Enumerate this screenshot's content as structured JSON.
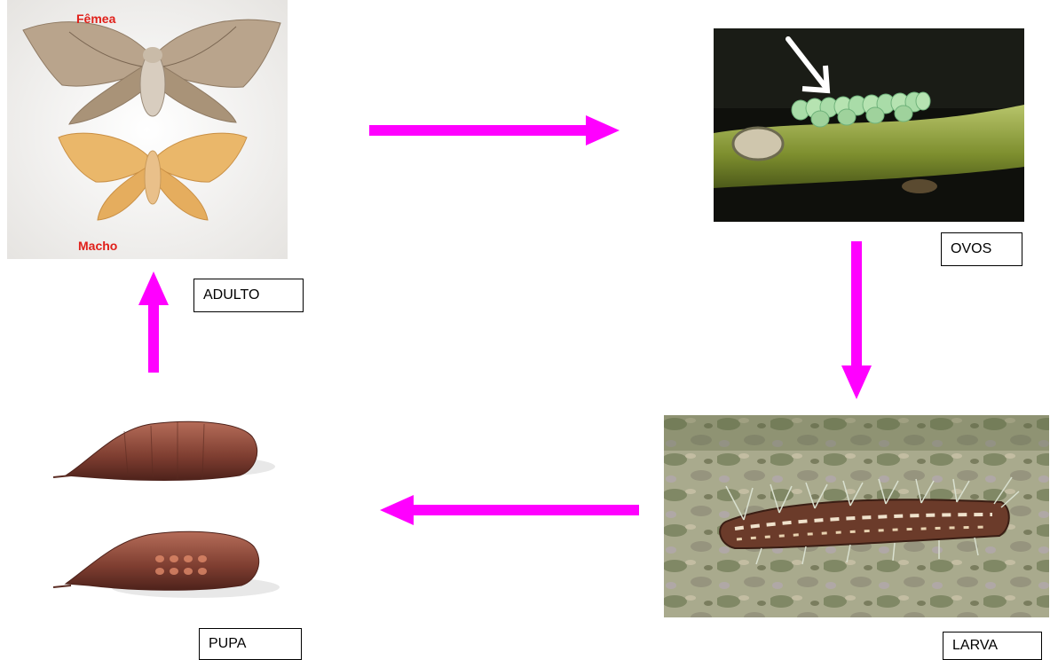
{
  "diagram": {
    "arrow_color": "#ff00ff",
    "stages": [
      {
        "id": "adulto",
        "label": "ADULTO",
        "image_captions": [
          "Fêmea",
          "Macho"
        ],
        "caption_color": "#e0201a"
      },
      {
        "id": "ovos",
        "label": "OVOS"
      },
      {
        "id": "larva",
        "label": "LARVA"
      },
      {
        "id": "pupa",
        "label": "PUPA"
      }
    ],
    "cycle_order": [
      "ADULTO",
      "OVOS",
      "LARVA",
      "PUPA"
    ]
  }
}
